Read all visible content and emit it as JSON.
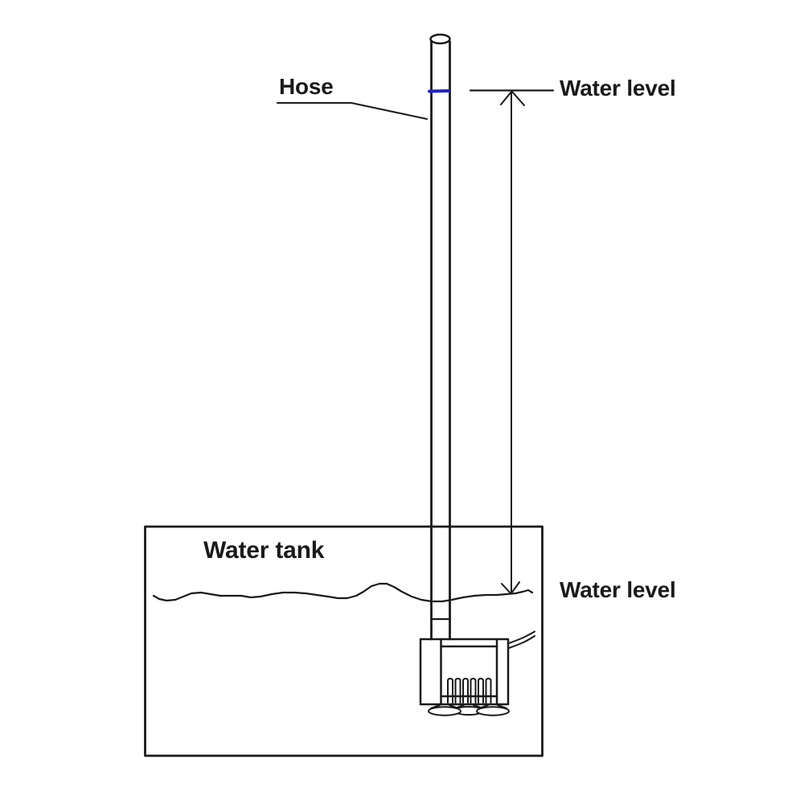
{
  "page": {
    "background": "#ffffff"
  },
  "diagram": {
    "type": "technical-illustration",
    "subject": "submersible water pump in tank with hose showing pumping height between water levels",
    "ink_color": "#1a1a1a",
    "water_mark_color": "#2121c8",
    "labels": {
      "hose": "Hose",
      "water_level_top": "Water level",
      "water_tank": "Water tank",
      "water_level_bottom": "Water level"
    }
  }
}
